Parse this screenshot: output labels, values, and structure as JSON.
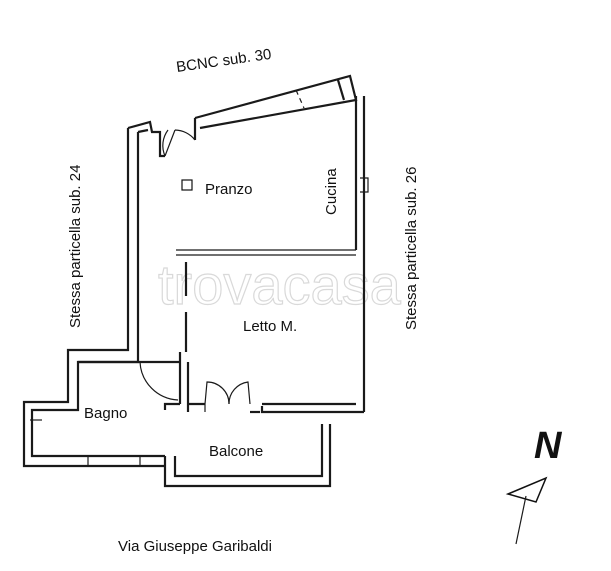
{
  "labels": {
    "top_neighbor": "BCNC sub. 30",
    "left_neighbor": "Stessa particella sub. 24",
    "right_neighbor": "Stessa particella sub. 26",
    "street": "Via Giuseppe Garibaldi",
    "north": "N"
  },
  "rooms": {
    "pranzo": "Pranzo",
    "cucina": "Cucina",
    "letto": "Letto M.",
    "bagno": "Bagno",
    "balcone": "Balcone"
  },
  "watermark": "trovacasa"
}
